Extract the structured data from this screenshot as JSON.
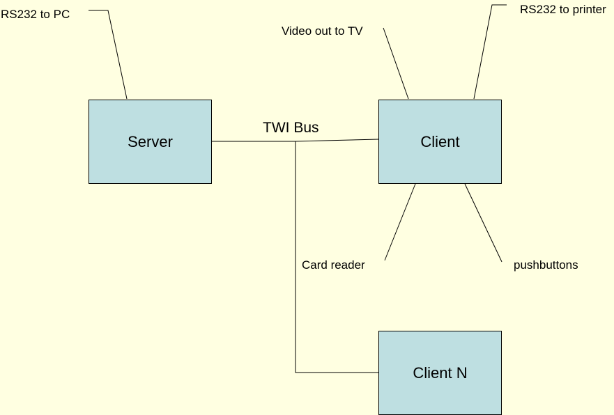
{
  "colors": {
    "background": "#FFFFE1",
    "box_fill": "#BEDFE1",
    "line": "#000000"
  },
  "nodes": {
    "server": "Server",
    "client": "Client",
    "client_n": "Client N"
  },
  "bus_label": "TWI Bus",
  "labels": {
    "rs232_pc": "RS232 to PC",
    "video_out": "Video out to TV",
    "rs232_printer": "RS232 to printer",
    "card_reader": "Card reader",
    "pushbuttons": "pushbuttons"
  }
}
